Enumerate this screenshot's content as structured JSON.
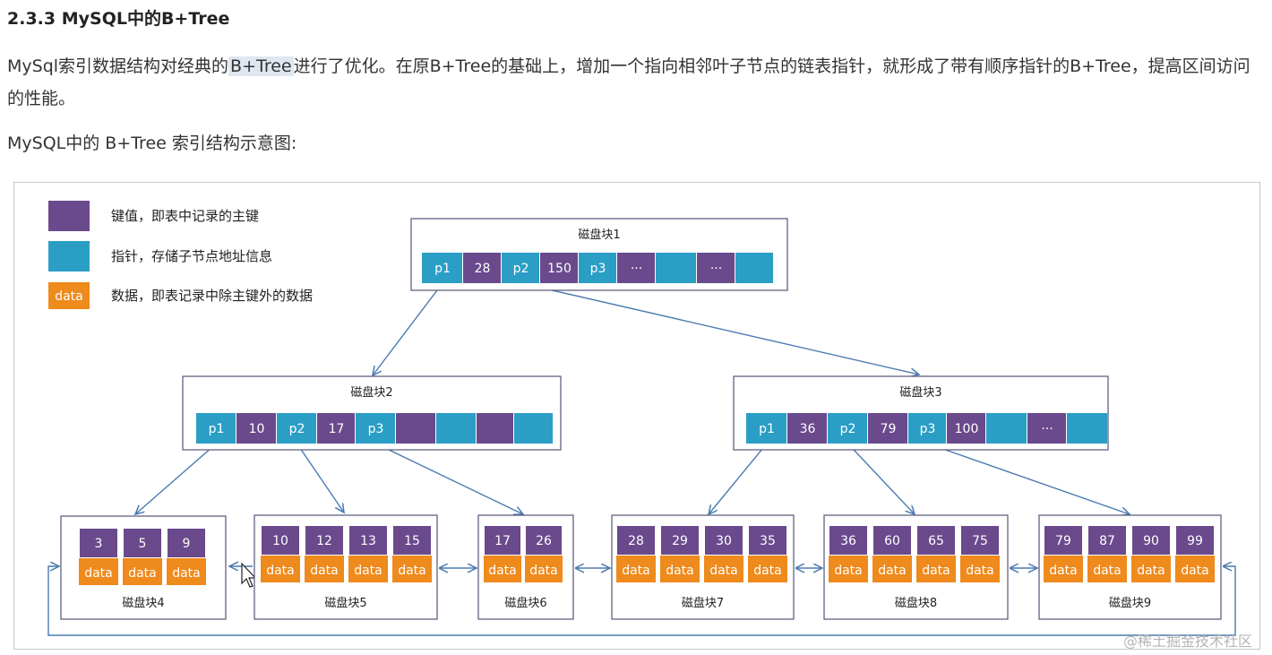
{
  "heading": "2.3.3 MySQL中的B+Tree",
  "paragraph1": {
    "before": "MySql索引数据结构对经典的",
    "highlight": "B+Tree",
    "after": "进行了优化。在原B+Tree的基础上，增加一个指向相邻叶子节点的链表指针，就形成了带有顺序指针的B+Tree，提高区间访问的性能。"
  },
  "paragraph2": "MySQL中的 B+Tree 索引结构示意图:",
  "colors": {
    "key": "#6a4a8c",
    "pointer": "#2b9ec6",
    "data": "#ef8a1c",
    "arrow": "#4a7ab0",
    "block_border": "#555577"
  },
  "legend": [
    {
      "type": "key",
      "swatch_text": "",
      "label": "键值，即表中记录的主键"
    },
    {
      "type": "pointer",
      "swatch_text": "",
      "label": "指针，存储子节点地址信息"
    },
    {
      "type": "data",
      "swatch_text": "data",
      "label": "数据，即表记录中除主键外的数据"
    }
  ],
  "blocks": {
    "b1": {
      "title": "磁盘块1",
      "cells": [
        [
          "p",
          "p1"
        ],
        [
          "k",
          "28"
        ],
        [
          "p",
          "p2"
        ],
        [
          "k",
          "150"
        ],
        [
          "p",
          "p3"
        ],
        [
          "k",
          "···"
        ],
        [
          "p",
          ""
        ],
        [
          "k",
          "···"
        ],
        [
          "p",
          ""
        ]
      ]
    },
    "b2": {
      "title": "磁盘块2",
      "cells": [
        [
          "p",
          "p1"
        ],
        [
          "k",
          "10"
        ],
        [
          "p",
          "p2"
        ],
        [
          "k",
          "17"
        ],
        [
          "p",
          "p3"
        ],
        [
          "k",
          ""
        ],
        [
          "p",
          ""
        ],
        [
          "k",
          ""
        ],
        [
          "p",
          ""
        ]
      ]
    },
    "b3": {
      "title": "磁盘块3",
      "cells": [
        [
          "p",
          "p1"
        ],
        [
          "k",
          "36"
        ],
        [
          "p",
          "p2"
        ],
        [
          "k",
          "79"
        ],
        [
          "p",
          "p3"
        ],
        [
          "k",
          "100"
        ],
        [
          "p",
          ""
        ],
        [
          "k",
          "···"
        ],
        [
          "p",
          ""
        ]
      ]
    },
    "b4": {
      "title": "磁盘块4",
      "keys": [
        "3",
        "5",
        "9"
      ]
    },
    "b5": {
      "title": "磁盘块5",
      "keys": [
        "10",
        "12",
        "13",
        "15"
      ]
    },
    "b6": {
      "title": "磁盘块6",
      "keys": [
        "17",
        "26"
      ]
    },
    "b7": {
      "title": "磁盘块7",
      "keys": [
        "28",
        "29",
        "30",
        "35"
      ]
    },
    "b8": {
      "title": "磁盘块8",
      "keys": [
        "36",
        "60",
        "65",
        "75"
      ]
    },
    "b9": {
      "title": "磁盘块9",
      "keys": [
        "79",
        "87",
        "90",
        "99"
      ]
    }
  },
  "data_label": "data",
  "watermark": "@稀土掘金技术社区"
}
